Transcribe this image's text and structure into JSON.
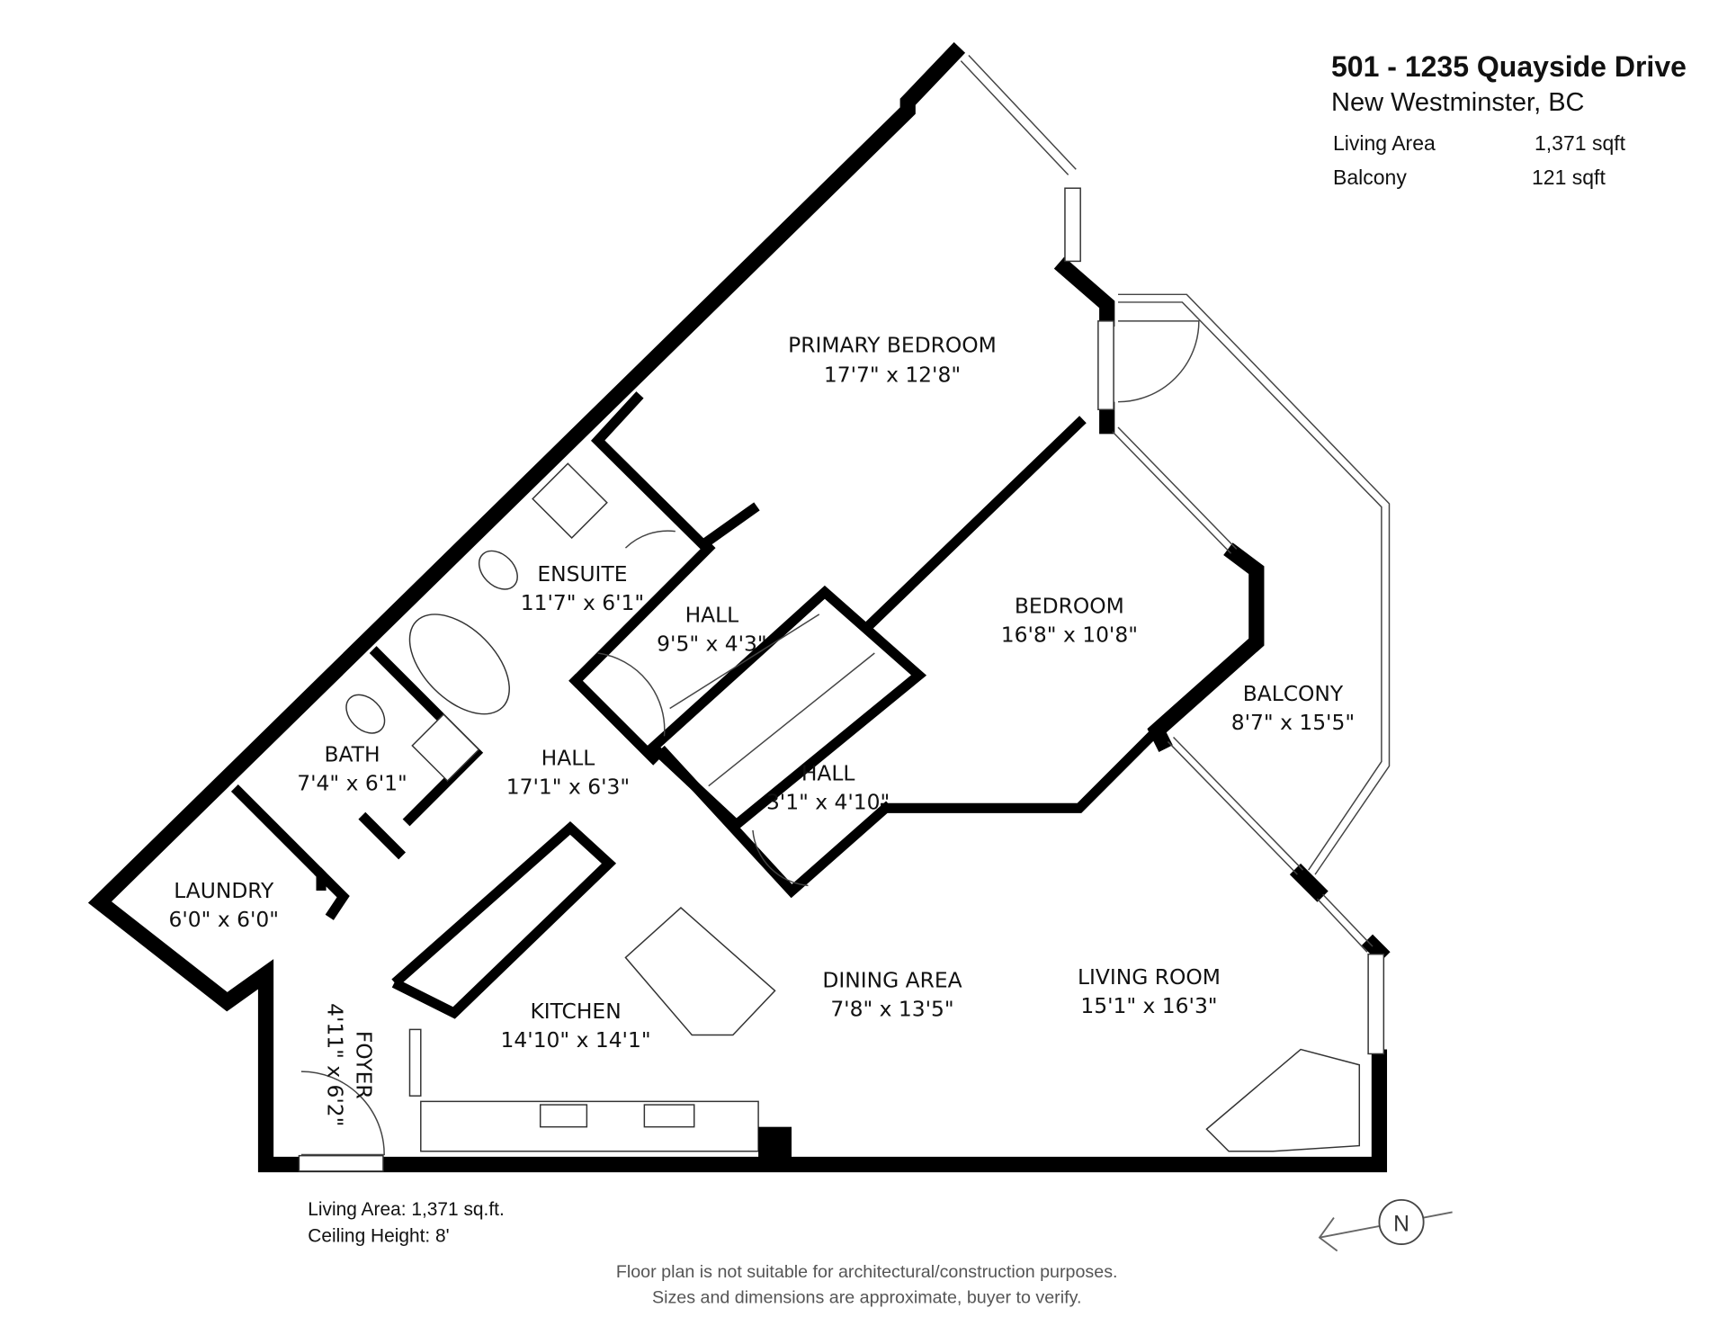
{
  "header": {
    "address": "501 - 1235 Quayside Drive",
    "city": "New Westminster, BC",
    "areas": [
      {
        "label": "Living Area",
        "value": "1,371 sqft"
      },
      {
        "label": "Balcony",
        "value": "121 sqft"
      }
    ]
  },
  "rooms": [
    {
      "name": "PRIMARY BEDROOM",
      "dims": "17'7\" x 12'8\""
    },
    {
      "name": "BEDROOM",
      "dims": "16'8\" x 10'8\""
    },
    {
      "name": "BALCONY",
      "dims": "8'7\" x 15'5\""
    },
    {
      "name": "ENSUITE",
      "dims": "11'7\" x 6'1\""
    },
    {
      "name": "HALL",
      "dims": "9'5\" x 4'3\""
    },
    {
      "name": "BATH",
      "dims": "7'4\" x 6'1\""
    },
    {
      "name": "HALL",
      "dims": "17'1\" x 6'3\""
    },
    {
      "name": "HALL",
      "dims": "3'1\" x 4'10\""
    },
    {
      "name": "LAUNDRY",
      "dims": "6'0\" x 6'0\""
    },
    {
      "name": "KITCHEN",
      "dims": "14'10\" x 14'1\""
    },
    {
      "name": "DINING AREA",
      "dims": "7'8\" x 13'5\""
    },
    {
      "name": "LIVING ROOM",
      "dims": "15'1\" x 16'3\""
    },
    {
      "name": "FOYER",
      "dims": "4'11\" x 6'2\""
    }
  ],
  "footer": {
    "living_area": "Living Area: 1,371 sq.ft.",
    "ceiling": "Ceiling Height: 8'",
    "disclaimer_1": "Floor plan is not suitable for architectural/construction purposes.",
    "disclaimer_2": "Sizes and dimensions are approximate, buyer to verify."
  },
  "compass": {
    "label": "N",
    "icon": "north-arrow-icon"
  }
}
